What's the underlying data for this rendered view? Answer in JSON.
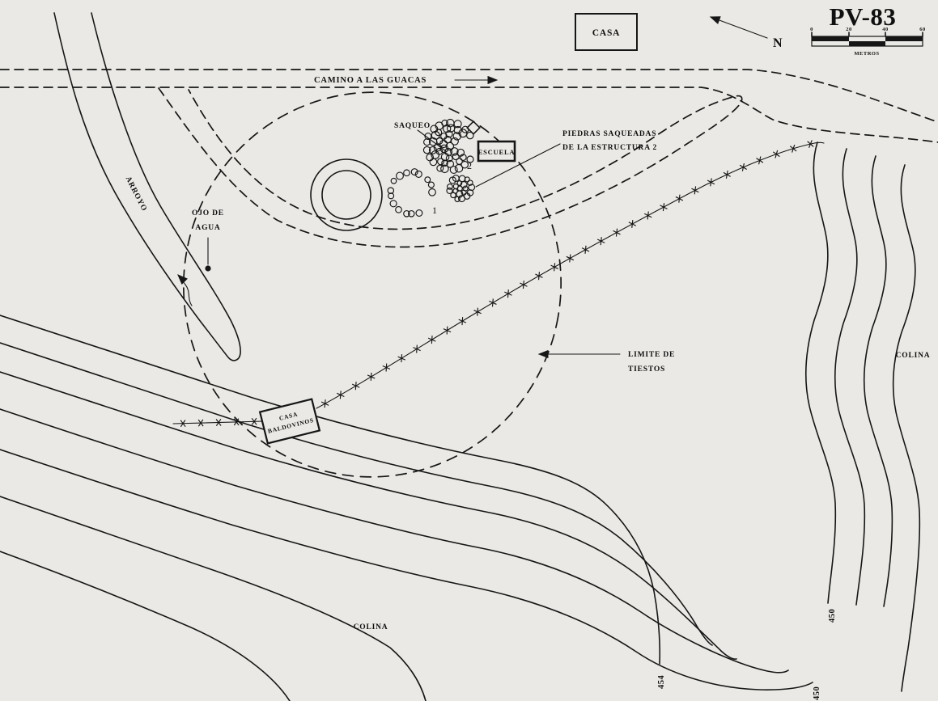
{
  "meta": {
    "title": "PV-83"
  },
  "colors": {
    "paper": "#eae9e5",
    "ink": "#161616"
  },
  "compass": {
    "label": "N"
  },
  "scale_bar": {
    "tick_labels": [
      "0",
      "20",
      "40",
      "60"
    ],
    "unit_label": "METROS"
  },
  "features": {
    "casa_top": "CASA",
    "camino": "CAMINO A LAS GUACAS",
    "saqueo": "SAQUEO",
    "escuela": "ESCUELA",
    "piedras_saqueadas": [
      "PIEDRAS SAQUEADAS",
      "DE LA ESTRUCTURA 2"
    ],
    "estructura_2": "2",
    "estructura_1": "1",
    "arroyo": "ARROYO",
    "ojo_de_agua": [
      "OJO DE",
      "AGUA"
    ],
    "limite_de_tiestos": [
      "LIMITE DE",
      "TIESTOS"
    ],
    "casa_baldovinos": [
      "CASA",
      "BALDOVINOS"
    ],
    "colina_este": "COLINA",
    "colina_sur": "COLINA",
    "elevations": {
      "c454": "454",
      "c450_hill": "450",
      "c450_south": "450"
    }
  }
}
